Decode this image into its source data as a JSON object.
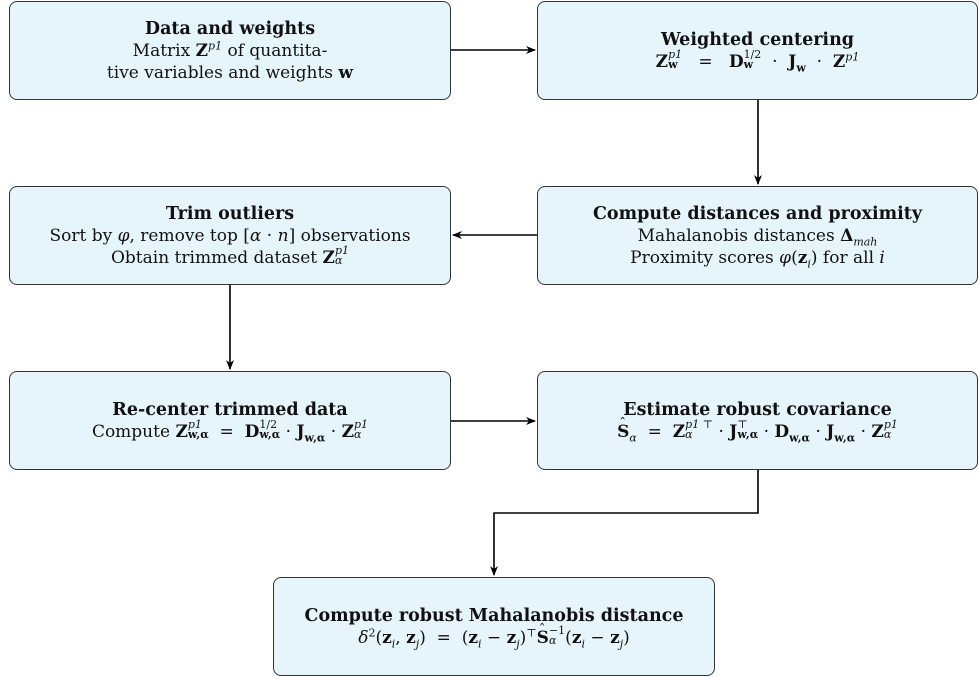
{
  "nodes": {
    "data_weights": {
      "title": "Data and weights",
      "line1_pre": "Matrix ",
      "line1_post": " of quantita-",
      "line2_pre": "tive variables and weights ",
      "matrix_symbol": "Z",
      "matrix_sup": "p1",
      "weights_symbol": "w"
    },
    "weighted_centering": {
      "title": "Weighted centering",
      "formula": {
        "lhs": "Z",
        "lhs_sub": "w",
        "lhs_sup": "p1",
        "eq": "=",
        "d": "D",
        "d_sub": "w",
        "d_sup": "1/2",
        "dot": "·",
        "j": "J",
        "j_sub": "w",
        "z": "Z",
        "z_sup": "p1"
      }
    },
    "compute_distances": {
      "title": "Compute distances and proximity",
      "line1_pre": "Mahalanobis distances ",
      "delta": "Δ",
      "delta_sub": "mah",
      "line2_pre": "Proximity scores ",
      "phi": "φ",
      "phi_arg_open": "(",
      "z": "z",
      "z_sub": "i",
      "phi_arg_close": ")",
      "line2_post": " for all ",
      "i": "i"
    },
    "trim_outliers": {
      "title": "Trim outliers",
      "line1_pre": "Sort by ",
      "phi": "φ",
      "line1_mid": ", remove top [",
      "alpha": "α",
      "dot": " · ",
      "n": "n",
      "line1_post": "] observations",
      "line2_pre": "Obtain trimmed dataset ",
      "z": "Z",
      "z_sup": "p1",
      "z_sub": "α"
    },
    "recenter": {
      "title": "Re-center trimmed data",
      "pre": "Compute ",
      "lhs": "Z",
      "lhs_sup": "p1",
      "lhs_sub": "w,α",
      "eq": "=",
      "d": "D",
      "d_sup": "1/2",
      "d_sub": "w,α",
      "dot": "·",
      "j": "J",
      "j_sub": "w,α",
      "z": "Z",
      "z_sup": "p1",
      "z_sub": "α"
    },
    "robust_covariance": {
      "title": "Estimate robust covariance",
      "s": "S",
      "s_sub": "α",
      "eq": "=",
      "z1": "Z",
      "z1_sup": "p1 ⊤",
      "z1_sub": "α",
      "dot": "·",
      "j1": "J",
      "j1_sup": "⊤",
      "j1_sub": "w,α",
      "d": "D",
      "d_sub": "w,α",
      "j2": "J",
      "j2_sub": "w,α",
      "z2": "Z",
      "z2_sup": "p1",
      "z2_sub": "α"
    },
    "robust_distance": {
      "title": "Compute robust Mahalanobis distance",
      "delta": "δ",
      "delta_sup": "2",
      "args_open": "(",
      "zi": "z",
      "zi_sub": "i",
      "comma": ", ",
      "zj": "z",
      "zj_sub": "j",
      "args_close": ")",
      "eq": "=",
      "open": "(",
      "minus": " − ",
      "close": ")",
      "top": "⊤",
      "s": "S",
      "s_sup": "−1",
      "s_sub": "α"
    }
  }
}
